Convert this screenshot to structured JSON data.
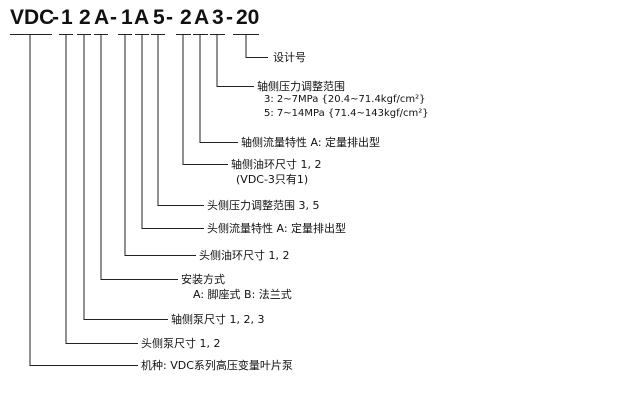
{
  "model_code": {
    "series": "VDC",
    "d1": "-",
    "c1": "1",
    "c2": "2",
    "c3": "A",
    "d2": "-",
    "c4": "1",
    "c5": "A",
    "c6": "5",
    "d3": "-",
    "c7": "2",
    "c8": "A",
    "c9": "3",
    "d4": "-",
    "c10": "20"
  },
  "items": {
    "design_no": "设计号",
    "shaft_pressure": "轴侧压力调整范围",
    "shaft_pressure_opt3": "3: 2~7MPa {20.4~71.4kgf/cm²}",
    "shaft_pressure_opt5": "5: 7~14MPa {71.4~143kgf/cm²}",
    "shaft_flow": "轴侧流量特性  A:  定量排出型",
    "shaft_ring": "轴侧油环尺寸  1, 2",
    "shaft_ring_note": "(VDC-3只有1)",
    "head_pressure": "头侧压力调整范围  3, 5",
    "head_flow": "头侧流量特性  A:  定量排出型",
    "head_ring": "头侧油环尺寸  1, 2",
    "mounting": "安装方式",
    "mounting_opts": "A:  脚座式   B:  法兰式",
    "shaft_pump": "轴侧泵尺寸  1, 2, 3",
    "head_pump": "头侧泵尺寸  1, 2",
    "type": "机种:  VDC系列高压变量叶片泵"
  }
}
